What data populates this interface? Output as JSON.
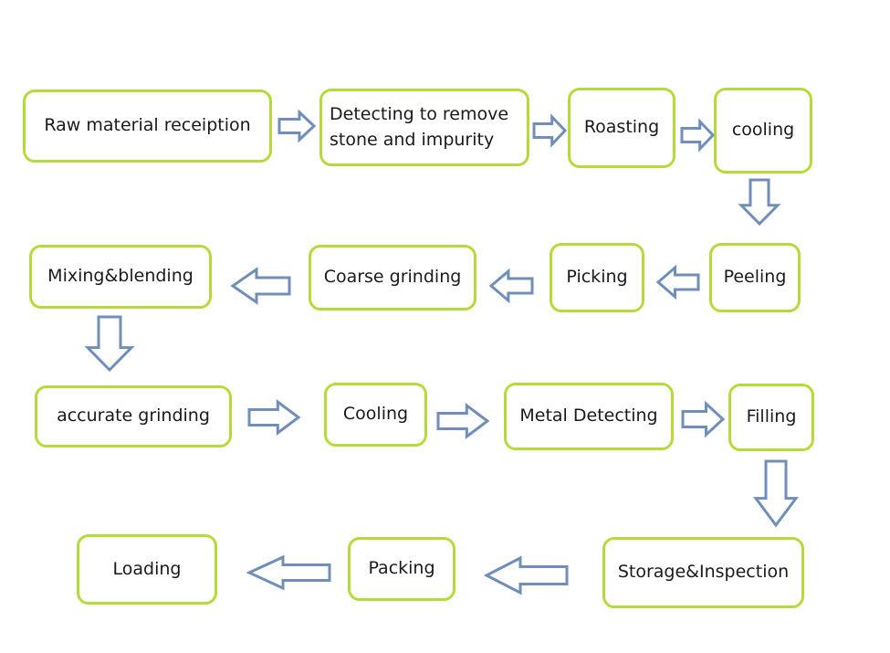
{
  "steps": {
    "raw_material": "Raw material receiption",
    "detecting": "Detecting to remove\nstone and impurity",
    "roasting": "Roasting",
    "cooling_1": "cooling",
    "peeling": "Peeling",
    "picking": "Picking",
    "coarse_grinding": "Coarse grinding",
    "mixing": "Mixing&blending",
    "accurate_grinding": "accurate grinding",
    "cooling_2": "Cooling",
    "metal_detecting": "Metal Detecting",
    "filling": "Filling",
    "storage": "Storage&Inspection",
    "packing": "Packing",
    "loading": "Loading"
  },
  "colors": {
    "box_border": "#b5db3a",
    "arrow_stroke": "#6f8fba",
    "arrow_fill": "#ffffff"
  },
  "arrow_icon": "outlined-block-arrow"
}
